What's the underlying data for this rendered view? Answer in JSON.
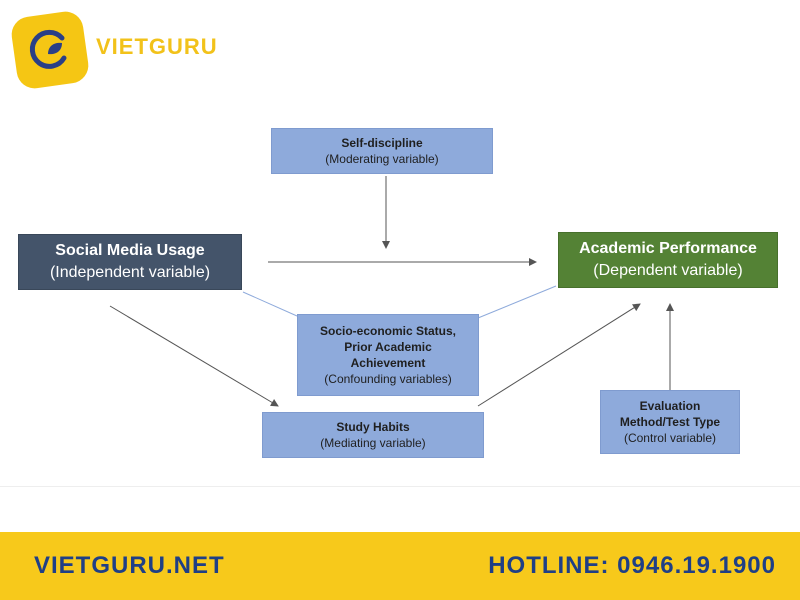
{
  "header": {
    "brand": "VIETGURU"
  },
  "diagram": {
    "moderator": {
      "title": "Self-discipline",
      "subtitle": "(Moderating variable)"
    },
    "independent": {
      "title": "Social Media Usage",
      "subtitle": "(Independent variable)"
    },
    "dependent": {
      "title": "Academic Performance",
      "subtitle": "(Dependent variable)"
    },
    "confounding": {
      "line1": "Socio-economic Status,",
      "line2": "Prior Academic",
      "line3": "Achievement",
      "subtitle": "(Confounding variables)"
    },
    "mediator": {
      "title": "Study Habits",
      "subtitle": "(Mediating variable)"
    },
    "control": {
      "line1": "Evaluation",
      "line2": "Method/Test Type",
      "subtitle": "(Control variable)"
    }
  },
  "colors": {
    "light_box": "#8eaadb",
    "independent_box": "#44546a",
    "dependent_box": "#548235",
    "brand_yellow": "#f7c91b",
    "footer_text": "#1f3f86"
  },
  "footer": {
    "website": "VIETGURU.NET",
    "hotline": "HOTLINE: 0946.19.1900"
  }
}
